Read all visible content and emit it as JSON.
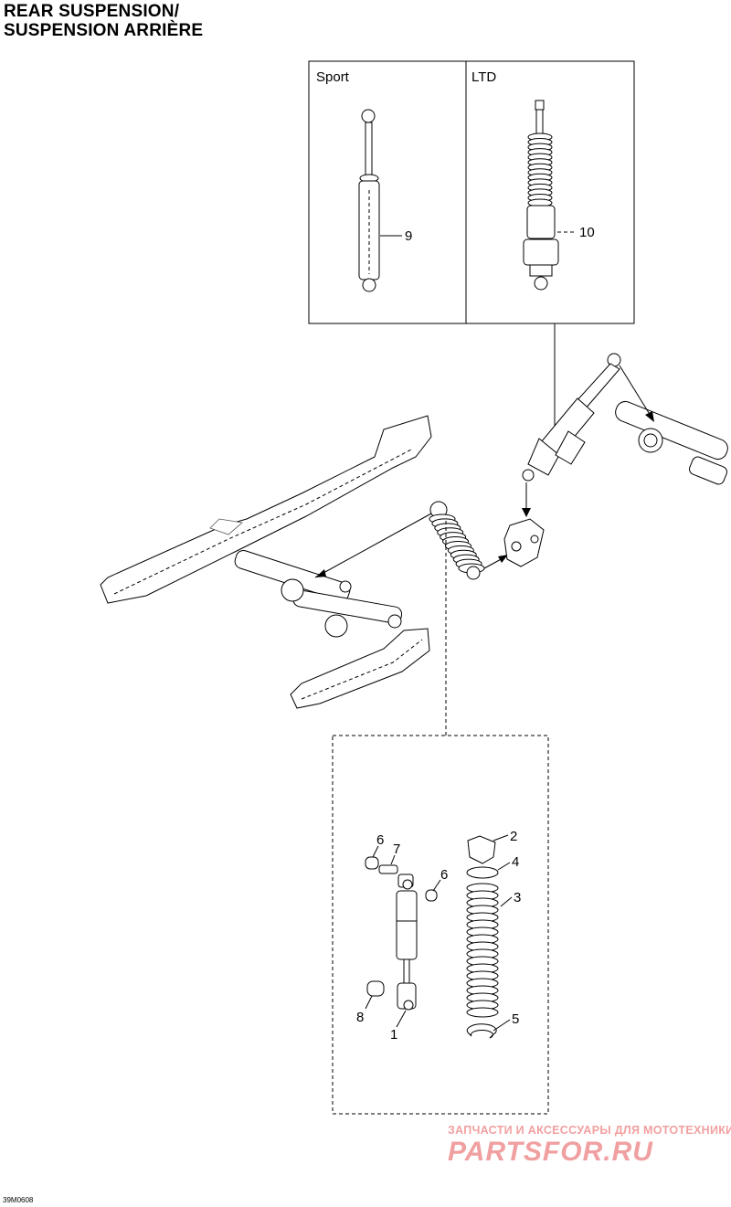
{
  "title": {
    "line1": "REAR SUSPENSION/",
    "line2": "SUSPENSION ARRIÈRE"
  },
  "inset": {
    "sport_label": "Sport",
    "ltd_label": "LTD",
    "callout_sport": "9",
    "callout_ltd": "10"
  },
  "exploded": {
    "callouts": [
      "1",
      "2",
      "3",
      "4",
      "5",
      "6",
      "6",
      "7",
      "8"
    ]
  },
  "watermark": {
    "line1": "ЗАПЧАСТИ И АКСЕССУАРЫ ДЛЯ МОТОТЕХНИКИ",
    "line2": "PARTSFOR.RU"
  },
  "drawing_code": "39M0608"
}
